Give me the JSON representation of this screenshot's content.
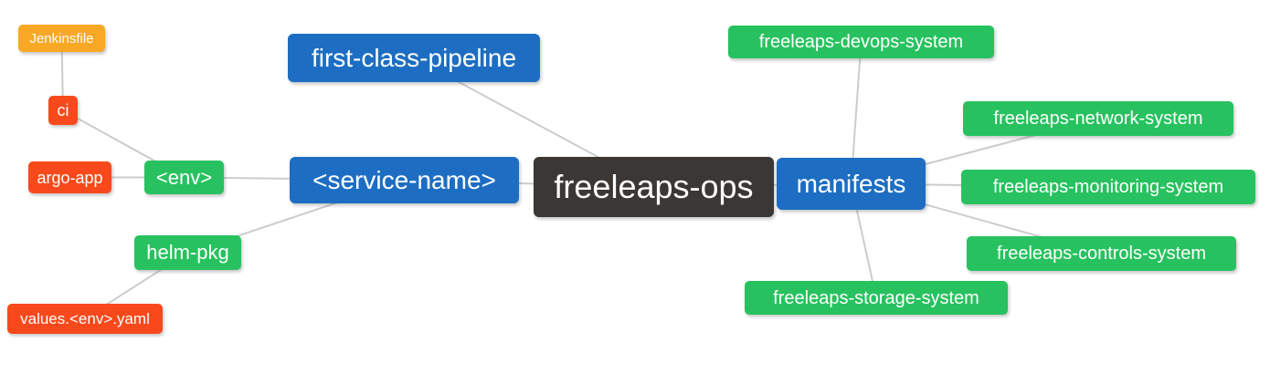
{
  "diagram": {
    "type": "mindmap",
    "root_label": "freeleaps-ops",
    "nodes": [
      {
        "id": "jenkinsfile",
        "label": "Jenkinsfile",
        "color": "orange",
        "role": "leaf"
      },
      {
        "id": "ci",
        "label": "ci",
        "color": "red",
        "role": "branch"
      },
      {
        "id": "argo-app",
        "label": "argo-app",
        "color": "red",
        "role": "leaf"
      },
      {
        "id": "env",
        "label": "<env>",
        "color": "green",
        "role": "branch"
      },
      {
        "id": "first-class-pipeline",
        "label": "first-class-pipeline",
        "color": "blue",
        "role": "branch"
      },
      {
        "id": "service-name",
        "label": "<service-name>",
        "color": "blue",
        "role": "branch"
      },
      {
        "id": "freeleaps-ops",
        "label": "freeleaps-ops",
        "color": "dark",
        "role": "root"
      },
      {
        "id": "manifests",
        "label": "manifests",
        "color": "blue",
        "role": "branch"
      },
      {
        "id": "freeleaps-devops-system",
        "label": "freeleaps-devops-system",
        "color": "green",
        "role": "leaf"
      },
      {
        "id": "freeleaps-network-system",
        "label": "freeleaps-network-system",
        "color": "green",
        "role": "leaf"
      },
      {
        "id": "freeleaps-monitoring-system",
        "label": "freeleaps-monitoring-system",
        "color": "green",
        "role": "leaf"
      },
      {
        "id": "freeleaps-controls-system",
        "label": "freeleaps-controls-system",
        "color": "green",
        "role": "leaf"
      },
      {
        "id": "freeleaps-storage-system",
        "label": "freeleaps-storage-system",
        "color": "green",
        "role": "leaf"
      },
      {
        "id": "helm-pkg",
        "label": "helm-pkg",
        "color": "green",
        "role": "branch"
      },
      {
        "id": "values-env-yaml",
        "label": "values.<env>.yaml",
        "color": "red",
        "role": "leaf"
      }
    ],
    "edges": [
      {
        "from": "jenkinsfile",
        "to": "ci"
      },
      {
        "from": "ci",
        "to": "env"
      },
      {
        "from": "argo-app",
        "to": "env"
      },
      {
        "from": "env",
        "to": "service-name"
      },
      {
        "from": "helm-pkg",
        "to": "service-name"
      },
      {
        "from": "values-env-yaml",
        "to": "helm-pkg"
      },
      {
        "from": "service-name",
        "to": "freeleaps-ops"
      },
      {
        "from": "first-class-pipeline",
        "to": "freeleaps-ops"
      },
      {
        "from": "freeleaps-ops",
        "to": "manifests"
      },
      {
        "from": "manifests",
        "to": "freeleaps-devops-system"
      },
      {
        "from": "manifests",
        "to": "freeleaps-network-system"
      },
      {
        "from": "manifests",
        "to": "freeleaps-monitoring-system"
      },
      {
        "from": "manifests",
        "to": "freeleaps-controls-system"
      },
      {
        "from": "manifests",
        "to": "freeleaps-storage-system"
      }
    ]
  },
  "colors": {
    "orange": "#F9A825",
    "red": "#F8491C",
    "green": "#27C25F",
    "blue": "#1D6EC2",
    "dark": "#3A3734",
    "edge": "#CCCCCC",
    "text": "#FFFFFF",
    "background": "#FFFFFF"
  }
}
